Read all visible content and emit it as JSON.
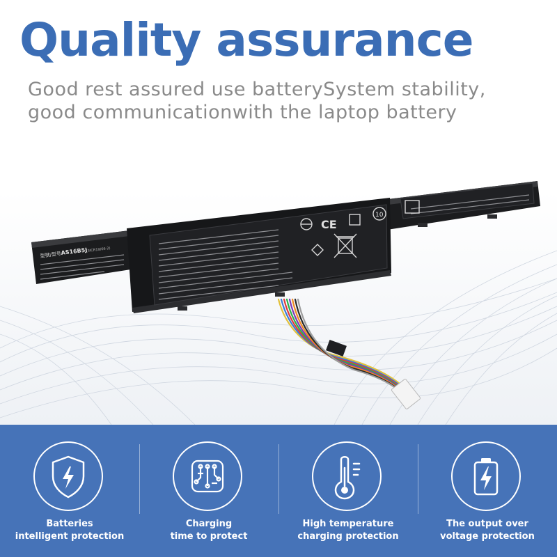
{
  "colors": {
    "title": "#3b6db5",
    "subtitle": "#8a8a8a",
    "band": "#4673b8"
  },
  "header": {
    "title": "Quality assurance",
    "subtitle_line1": "Good rest assured use batterySystem stability,",
    "subtitle_line2": "good communicationwith the laptop battery"
  },
  "battery": {
    "model_prefix": "型號/型号:",
    "model": "AS16B5J",
    "model_note": "(3ICR19/66-2)",
    "cert_number": "10"
  },
  "features": [
    {
      "icon": "battery-shield-icon",
      "line1": "Batteries",
      "line2": "intelligent protection"
    },
    {
      "icon": "circuit-chip-icon",
      "line1": "Charging",
      "line2": "time to protect"
    },
    {
      "icon": "thermometer-icon",
      "line1": "High temperature",
      "line2": "charging protection"
    },
    {
      "icon": "battery-bolt-icon",
      "line1": "The output over",
      "line2": "voltage protection"
    }
  ]
}
